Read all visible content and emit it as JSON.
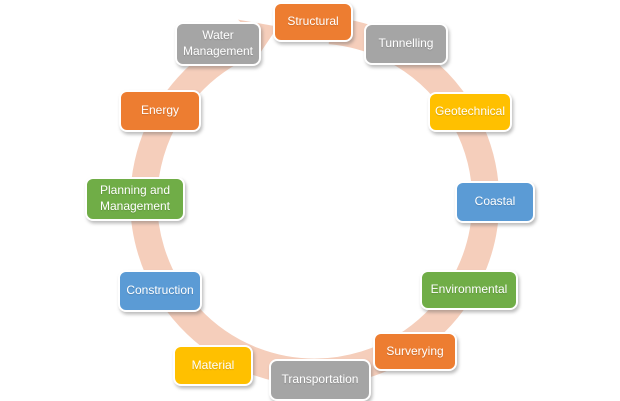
{
  "diagram": {
    "type": "cycle",
    "direction": "clockwise",
    "ring_color": "#F5CEBB",
    "node_text_color": "#FFFFFF",
    "node_border_color": "#FFFFFF",
    "palette": {
      "orange": "#ED7D31",
      "gray": "#A5A5A5",
      "gold": "#FFC000",
      "blue": "#5B9BD5",
      "green": "#70AD47"
    },
    "nodes": [
      {
        "label": "Structural",
        "color": "#ED7D31"
      },
      {
        "label": "Tunnelling",
        "color": "#A5A5A5"
      },
      {
        "label": "Geotechnical",
        "color": "#FFC000"
      },
      {
        "label": "Coastal",
        "color": "#5B9BD5"
      },
      {
        "label": "Environmental",
        "color": "#70AD47"
      },
      {
        "label": "Surverying",
        "color": "#ED7D31"
      },
      {
        "label": "Transportation",
        "color": "#A5A5A5"
      },
      {
        "label": "Material",
        "color": "#FFC000"
      },
      {
        "label": "Construction",
        "color": "#5B9BD5"
      },
      {
        "label": "Planning and Management",
        "color": "#70AD47"
      },
      {
        "label": "Energy",
        "color": "#ED7D31"
      },
      {
        "label": "Water Management",
        "color": "#A5A5A5"
      }
    ]
  }
}
